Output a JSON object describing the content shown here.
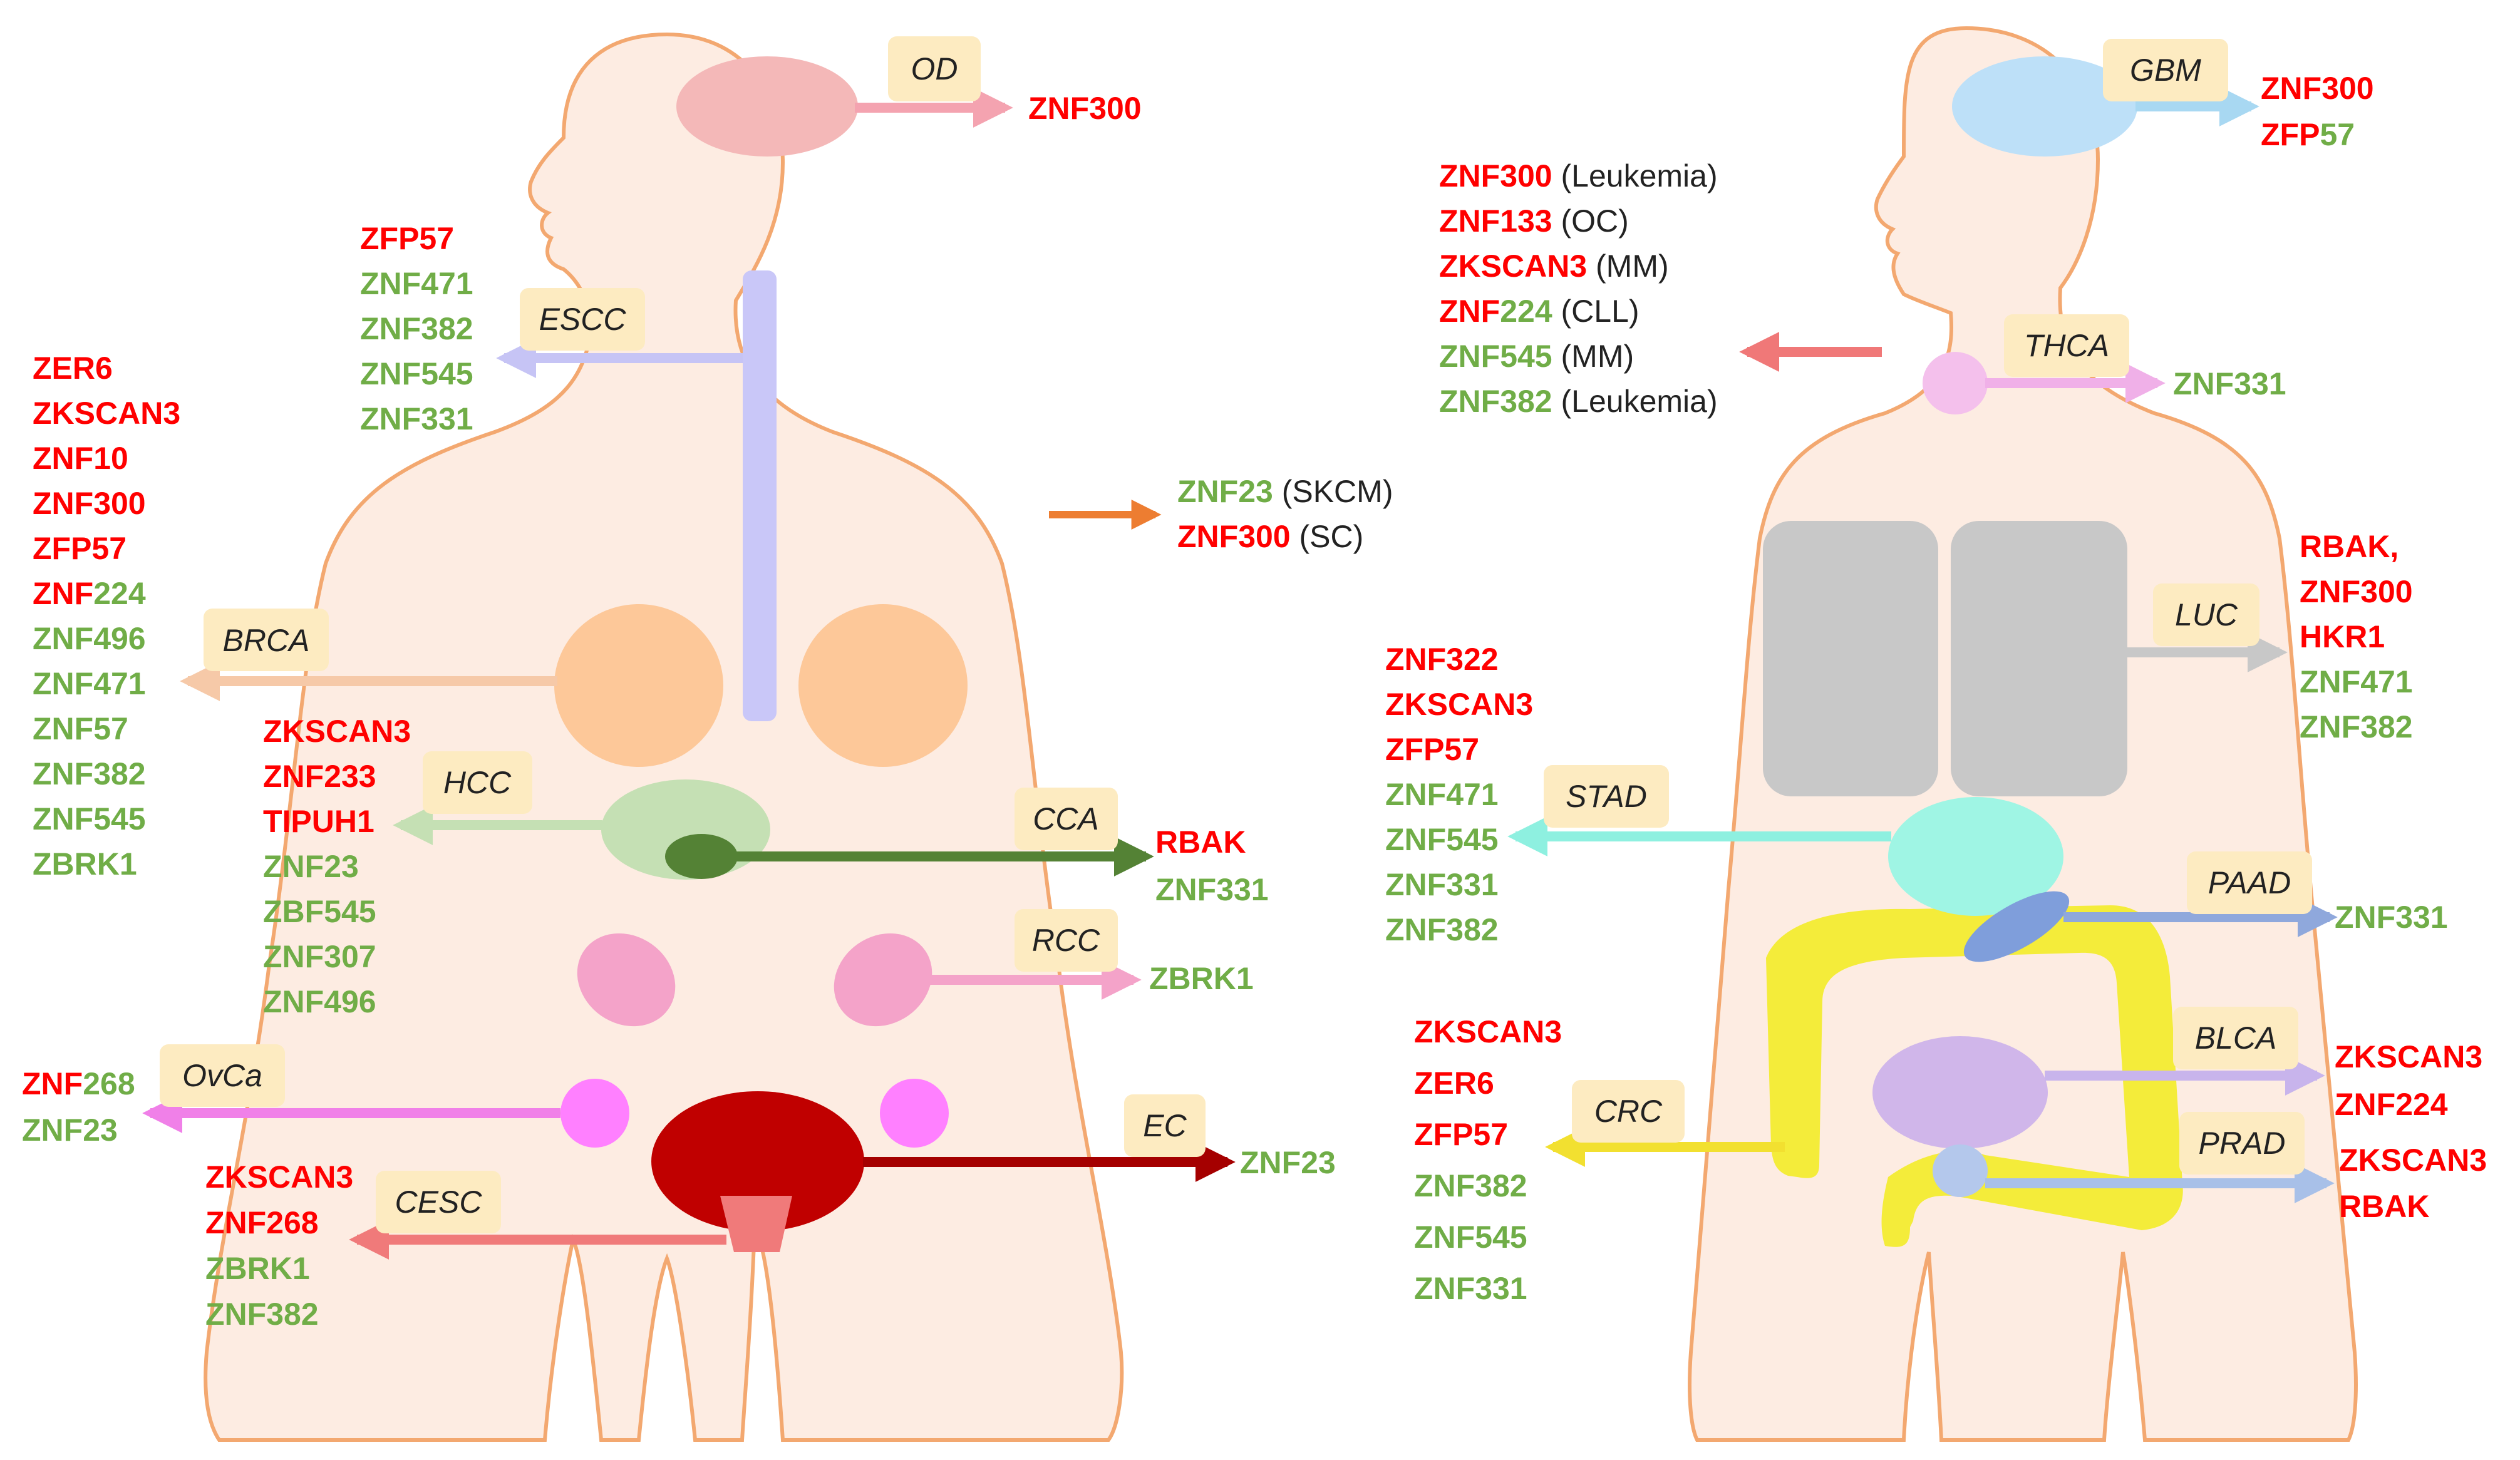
{
  "colors": {
    "red": "#ff0000",
    "green": "#70ad47",
    "text": "#222222",
    "body_fill": "#fdece2",
    "body_outline": "#f3a870",
    "label_box": "#fdebc1"
  },
  "female": {
    "tags": {
      "OD": "OD",
      "ESCC": "ESCC",
      "BRCA": "BRCA",
      "HCC": "HCC",
      "CCA": "CCA",
      "RCC": "RCC",
      "OvCa": "OvCa",
      "EC": "EC",
      "CESC": "CESC"
    },
    "od": [
      {
        "text": "ZNF300",
        "color": "red"
      }
    ],
    "escc": [
      {
        "text": "ZFP57",
        "color": "red"
      },
      {
        "text": "ZNF471",
        "color": "green"
      },
      {
        "text": "ZNF382",
        "color": "green"
      },
      {
        "text": "ZNF545",
        "color": "green"
      },
      {
        "text": "ZNF331",
        "color": "green"
      }
    ],
    "brca": [
      {
        "text": "ZER6",
        "color": "red"
      },
      {
        "text": "ZKSCAN3",
        "color": "red"
      },
      {
        "text": "ZNF10",
        "color": "red"
      },
      {
        "text": "ZNF300",
        "color": "red"
      },
      {
        "text": "ZFP57",
        "color": "red"
      },
      {
        "red": "ZNF",
        "green": "224"
      },
      {
        "text": "ZNF496",
        "color": "green"
      },
      {
        "text": "ZNF471",
        "color": "green"
      },
      {
        "text": "ZNF57",
        "color": "green"
      },
      {
        "text": "ZNF382",
        "color": "green"
      },
      {
        "text": "ZNF545",
        "color": "green"
      },
      {
        "text": "ZBRK1",
        "color": "green"
      }
    ],
    "hcc": [
      {
        "text": "ZKSCAN3",
        "color": "red"
      },
      {
        "text": "ZNF233",
        "color": "red"
      },
      {
        "text": "TIPUH1",
        "color": "red"
      },
      {
        "text": "ZNF23",
        "color": "green"
      },
      {
        "text": "ZBF545",
        "color": "green"
      },
      {
        "text": "ZNF307",
        "color": "green"
      },
      {
        "text": "ZNF496",
        "color": "green"
      }
    ],
    "skin": [
      {
        "gene": "ZNF23",
        "color": "green",
        "note": "(SKCM)"
      },
      {
        "gene": "ZNF300",
        "color": "red",
        "note": "(SC)"
      }
    ],
    "cca": [
      {
        "text": "RBAK",
        "color": "red"
      },
      {
        "text": "ZNF331",
        "color": "green"
      }
    ],
    "rcc": [
      {
        "text": "ZBRK1",
        "color": "green"
      }
    ],
    "ovca": [
      {
        "red": "ZNF",
        "green": "268"
      },
      {
        "text": "ZNF23",
        "color": "green"
      }
    ],
    "ec": [
      {
        "text": "ZNF23",
        "color": "green"
      }
    ],
    "cesc": [
      {
        "text": "ZKSCAN3",
        "color": "red"
      },
      {
        "text": "ZNF268",
        "color": "red"
      },
      {
        "text": "ZBRK1",
        "color": "green"
      },
      {
        "text": "ZNF382",
        "color": "green"
      }
    ]
  },
  "male": {
    "tags": {
      "GBM": "GBM",
      "THCA": "THCA",
      "LUC": "LUC",
      "STAD": "STAD",
      "PAAD": "PAAD",
      "BLCA": "BLCA",
      "CRC": "CRC",
      "PRAD": "PRAD"
    },
    "gbm": [
      {
        "text": "ZNF300",
        "color": "red"
      },
      {
        "red": "ZFP",
        "green": "57"
      }
    ],
    "blood": [
      {
        "gene": "ZNF300",
        "color": "red",
        "note": "(Leukemia)"
      },
      {
        "gene": "ZNF133",
        "color": "red",
        "note": "(OC)"
      },
      {
        "gene": "ZKSCAN3",
        "color": "red",
        "note": "(MM)"
      },
      {
        "gene_red": "ZNF",
        "gene_green": "224",
        "note": "(CLL)"
      },
      {
        "gene": "ZNF545",
        "color": "green",
        "note": "(MM)"
      },
      {
        "gene": "ZNF382",
        "color": "green",
        "note": "(Leukemia)"
      }
    ],
    "thca": [
      {
        "text": "ZNF331",
        "color": "green"
      }
    ],
    "luc": [
      {
        "text": "RBAK,",
        "color": "red"
      },
      {
        "text": "ZNF300",
        "color": "red"
      },
      {
        "text": "HKR1",
        "color": "red"
      },
      {
        "text": "ZNF471",
        "color": "green"
      },
      {
        "text": "ZNF382",
        "color": "green"
      }
    ],
    "stad": [
      {
        "text": "ZNF322",
        "color": "red"
      },
      {
        "text": "ZKSCAN3",
        "color": "red"
      },
      {
        "text": "ZFP57",
        "color": "red"
      },
      {
        "text": "ZNF471",
        "color": "green"
      },
      {
        "text": "ZNF545",
        "color": "green"
      },
      {
        "text": "ZNF331",
        "color": "green"
      },
      {
        "text": "ZNF382",
        "color": "green"
      }
    ],
    "paad": [
      {
        "text": "ZNF331",
        "color": "green"
      }
    ],
    "blca": [
      {
        "text": "ZKSCAN3",
        "color": "red"
      },
      {
        "text": "ZNF224",
        "color": "red"
      }
    ],
    "crc": [
      {
        "text": "ZKSCAN3",
        "color": "red"
      },
      {
        "text": "ZER6",
        "color": "red"
      },
      {
        "text": "ZFP57",
        "color": "red"
      },
      {
        "text": "ZNF382",
        "color": "green"
      },
      {
        "text": "ZNF545",
        "color": "green"
      },
      {
        "text": "ZNF331",
        "color": "green"
      }
    ],
    "prad": [
      {
        "text": "ZKSCAN3",
        "color": "red"
      },
      {
        "text": "RBAK",
        "color": "red"
      }
    ]
  }
}
